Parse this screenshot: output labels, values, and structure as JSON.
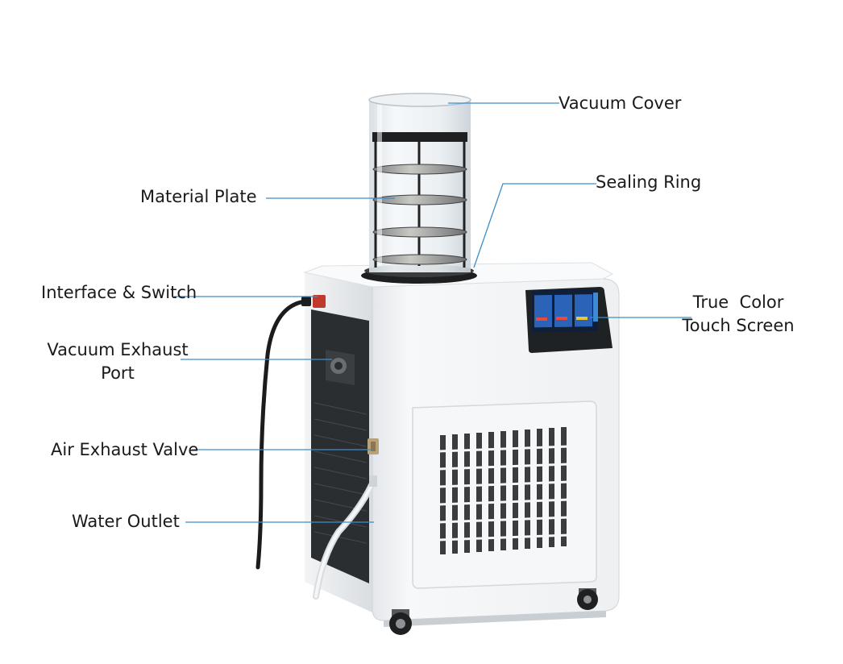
{
  "labels": {
    "vacuum_cover": "Vacuum Cover",
    "sealing_ring": "Sealing Ring",
    "material_plate": "Material Plate",
    "interface_switch": "Interface & Switch",
    "vacuum_exhaust_port_line1": "Vacuum Exhaust",
    "vacuum_exhaust_port_line2": "Port",
    "air_exhaust_valve": "Air Exhaust Valve",
    "water_outlet": "Water Outlet",
    "touch_screen_line1": "True  Color",
    "touch_screen_line2": "Touch Screen"
  },
  "colors": {
    "leader_line": "#3c8fc8",
    "cabinet": "#f4f5f6",
    "cabinet_shade": "#dfe2e5",
    "panel_dark": "#2b2e31",
    "glass": "#e8eef2",
    "screen_blue": "#2a63b8"
  }
}
